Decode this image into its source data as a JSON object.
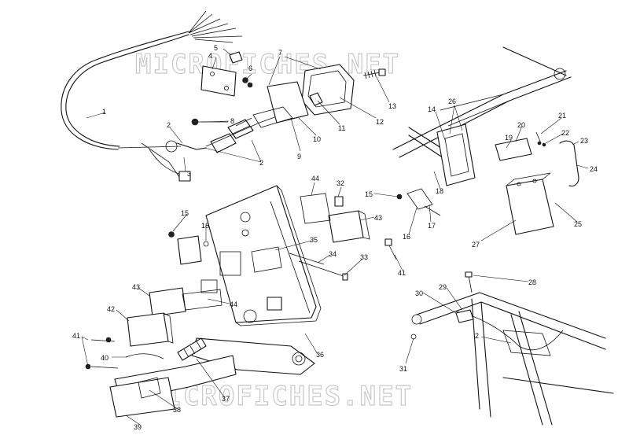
{
  "watermark": {
    "top": "MICROFICHES.NET",
    "bottom": "MICROFICHES.NET"
  },
  "callouts": {
    "c1": "1",
    "c2a": "2",
    "c2b": "2",
    "c2c": "2",
    "c3": "3",
    "c4": "4",
    "c5": "5",
    "c6": "6",
    "c7": "7",
    "c8": "8",
    "c9": "9",
    "c10": "10",
    "c11": "11",
    "c12": "12",
    "c13": "13",
    "c14": "14",
    "c15a": "15",
    "c15b": "15",
    "c16": "16",
    "c17": "17",
    "c18a": "18",
    "c18b": "18",
    "c19": "19",
    "c20": "20",
    "c21": "21",
    "c22": "22",
    "c23": "23",
    "c24": "24",
    "c25": "25",
    "c26": "26",
    "c27": "27",
    "c28": "28",
    "c29": "29",
    "c30": "30",
    "c31": "31",
    "c32": "32",
    "c33": "33",
    "c34": "34",
    "c35": "35",
    "c36": "36",
    "c37": "37",
    "c38": "38",
    "c39": "39",
    "c40": "40",
    "c41a": "41",
    "c41b": "41",
    "c42": "42",
    "c43a": "43",
    "c43b": "43",
    "c44a": "44",
    "c44b": "44"
  }
}
